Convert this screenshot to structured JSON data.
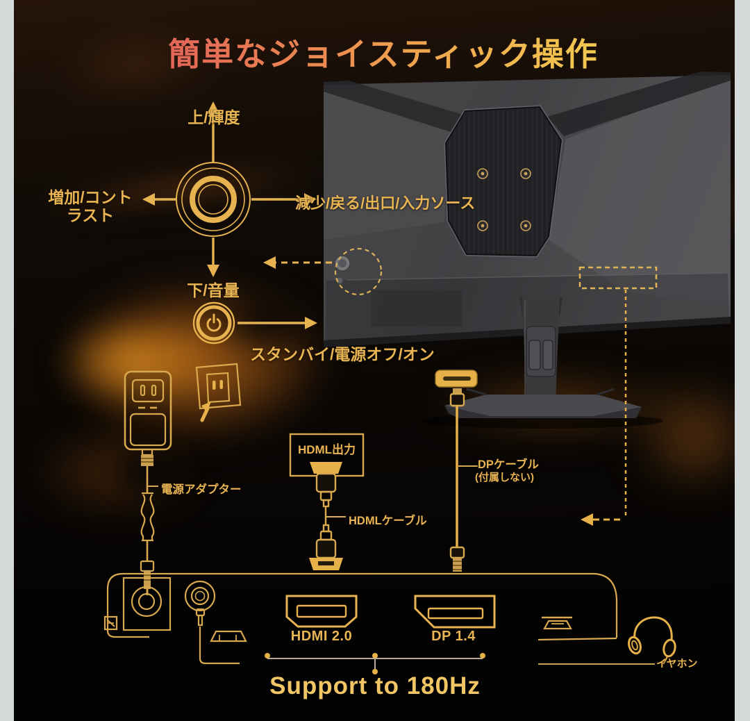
{
  "page": {
    "title": "簡単なジョイスティック操作"
  },
  "joystick": {
    "up": "上/輝度",
    "left_line1": "増加/コント",
    "left_line2": "ラスト",
    "right": "減少/戻る/出口/入力ソース",
    "down": "下/音量",
    "power": "スタンバイ/電源オフ/オン"
  },
  "connections": {
    "power_adapter": "電源アダプター",
    "hdmi_source": "HDML出力",
    "hdmi_cable": "HDMLケーブル",
    "dp_cable_line1": "DPケーブル",
    "dp_cable_line2": "(付属しない)"
  },
  "io_panel": {
    "hdmi_port": "HDMI 2.0",
    "dp_port": "DP 1.4",
    "earphone": "イヤホン"
  },
  "footer": {
    "support": "Support to 180Hz"
  },
  "colors": {
    "gold": "#d9a94f",
    "gold_bright": "#e8b452",
    "title_gradient_start": "#e2615a",
    "title_gradient_end": "#f3cc50",
    "monitor_gray": "#4a4a4d",
    "background_black": "#0a0705"
  }
}
